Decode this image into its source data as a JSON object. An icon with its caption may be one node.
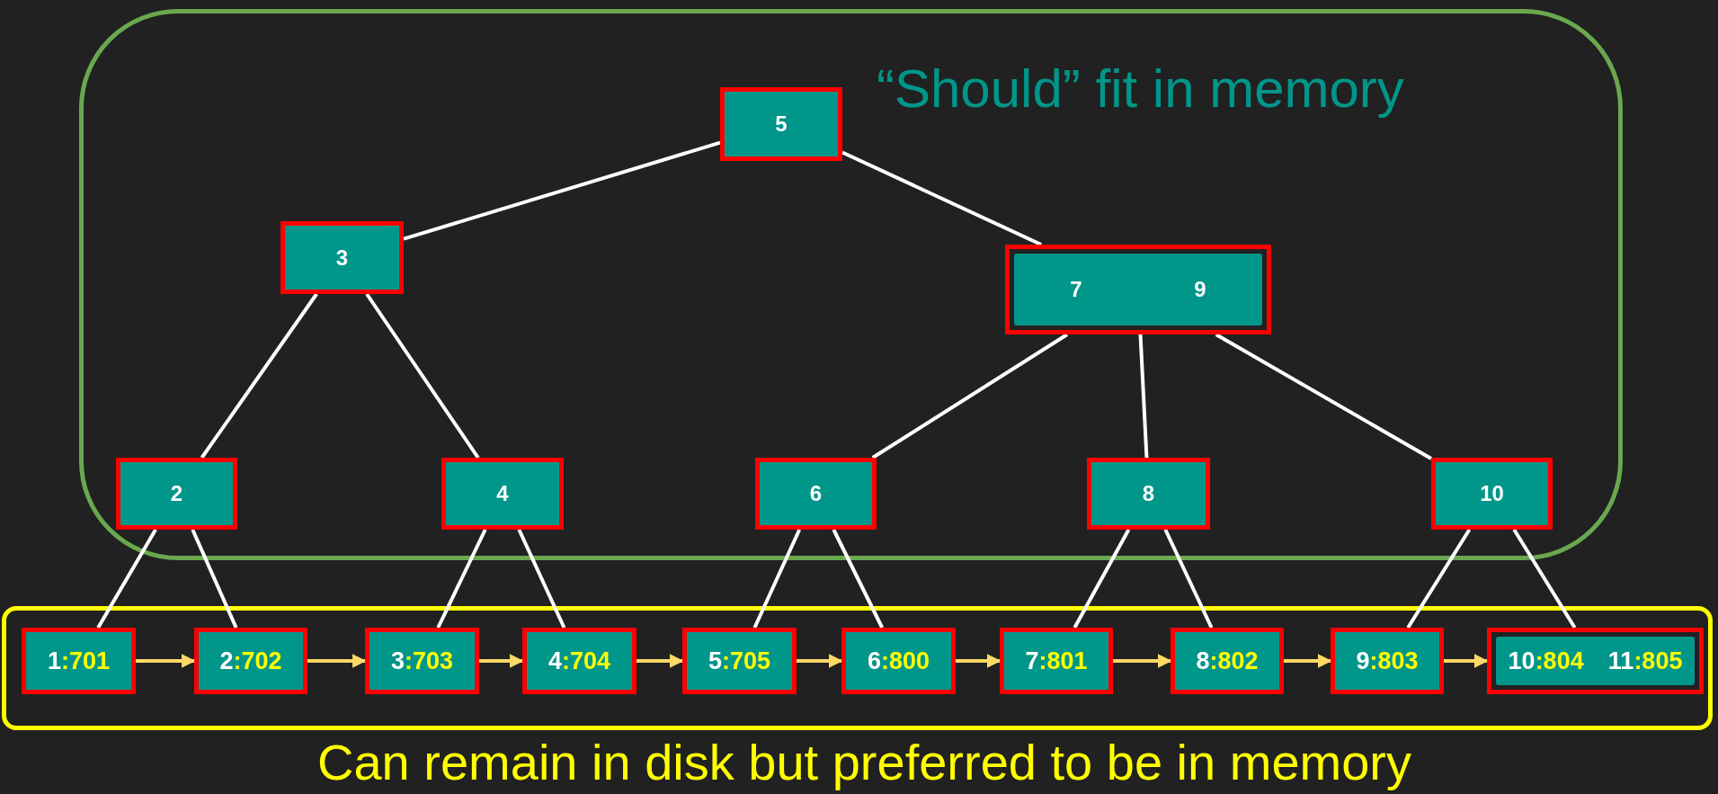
{
  "diagram": {
    "nodes": [
      {
        "text": [
          "“Should” fit in memory"
        ]
      },
      {
        "text": [
          "5"
        ],
        "in": 0
      },
      {
        "text": [
          "3"
        ],
        "in": 0
      },
      {
        "text": [
          "7",
          "9"
        ],
        "in": 0
      },
      {
        "text": [
          "2"
        ],
        "in": 0
      },
      {
        "text": [
          "4"
        ],
        "in": 0
      },
      {
        "text": [
          "6"
        ],
        "in": 0
      },
      {
        "text": [
          "8"
        ],
        "in": 0
      },
      {
        "text": [
          "10"
        ],
        "in": 0
      },
      {
        "text": [
          "Can remain in disk but preferred to be in memory"
        ]
      },
      {
        "text": [
          "1:701"
        ],
        "in": 9
      },
      {
        "text": [
          "2:702"
        ],
        "in": 9
      },
      {
        "text": [
          "3:703"
        ],
        "in": 9
      },
      {
        "text": [
          "4:704"
        ],
        "in": 9
      },
      {
        "text": [
          "5:705"
        ],
        "in": 9
      },
      {
        "text": [
          "6:800"
        ],
        "in": 9
      },
      {
        "text": [
          "7:801"
        ],
        "in": 9
      },
      {
        "text": [
          "8:802"
        ],
        "in": 9
      },
      {
        "text": [
          "9:803"
        ],
        "in": 9
      },
      {
        "text": [
          "10:804",
          "11:805"
        ],
        "in": 9
      }
    ],
    "edges": [
      {
        "from": 1,
        "to": 2,
        "arrow": "none"
      },
      {
        "from": 1,
        "to": 3,
        "arrow": "none"
      },
      {
        "from": 2,
        "to": 4,
        "arrow": "none"
      },
      {
        "from": 2,
        "to": 5,
        "arrow": "none"
      },
      {
        "from": 3,
        "to": 6,
        "arrow": "none"
      },
      {
        "from": 3,
        "to": 7,
        "arrow": "none"
      },
      {
        "from": 3,
        "to": 8,
        "arrow": "none"
      },
      {
        "from": 4,
        "to": 10,
        "arrow": "none"
      },
      {
        "from": 4,
        "to": 11,
        "arrow": "none"
      },
      {
        "from": 5,
        "to": 12,
        "arrow": "none"
      },
      {
        "from": 5,
        "to": 13,
        "arrow": "none"
      },
      {
        "from": 6,
        "to": 14,
        "arrow": "none"
      },
      {
        "from": 6,
        "to": 15,
        "arrow": "none"
      },
      {
        "from": 7,
        "to": 16,
        "arrow": "none"
      },
      {
        "from": 7,
        "to": 17,
        "arrow": "none"
      },
      {
        "from": 8,
        "to": 18,
        "arrow": "none"
      },
      {
        "from": 8,
        "to": 19,
        "arrow": "none"
      },
      {
        "from": 10,
        "to": 11,
        "arrow": "to",
        "color": "#ffd966"
      },
      {
        "from": 11,
        "to": 12,
        "arrow": "to",
        "color": "#ffd966"
      },
      {
        "from": 12,
        "to": 13,
        "arrow": "to",
        "color": "#ffd966"
      },
      {
        "from": 13,
        "to": 14,
        "arrow": "to",
        "color": "#ffd966"
      },
      {
        "from": 14,
        "to": 15,
        "arrow": "to",
        "color": "#ffd966"
      },
      {
        "from": 15,
        "to": 16,
        "arrow": "to",
        "color": "#ffd966"
      },
      {
        "from": 16,
        "to": 17,
        "arrow": "to",
        "color": "#ffd966"
      },
      {
        "from": 17,
        "to": 18,
        "arrow": "to",
        "color": "#ffd966"
      },
      {
        "from": 18,
        "to": 19,
        "arrow": "to",
        "color": "#ffd966"
      }
    ]
  }
}
